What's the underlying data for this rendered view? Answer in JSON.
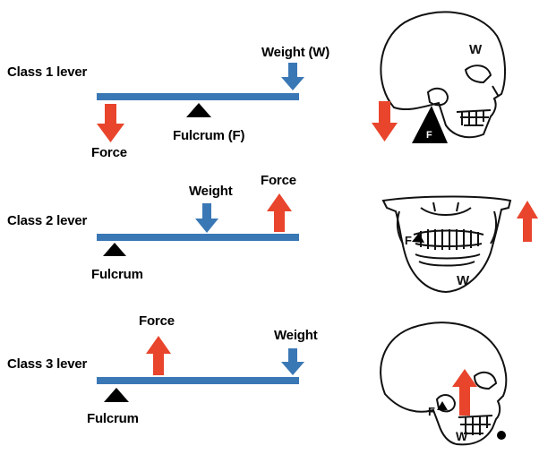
{
  "colors": {
    "lever_bar": "#3a78b5",
    "weight_arrow": "#3a78b5",
    "force_arrow": "#e8452c",
    "fulcrum": "#000000"
  },
  "levers": [
    {
      "class_label": "Class 1 lever",
      "weight_label": "Weight (W)",
      "force_label": "Force",
      "fulcrum_label": "Fulcrum (F)",
      "force_direction": "down",
      "illustration_letters": {
        "weight": "W",
        "fulcrum": "F"
      }
    },
    {
      "class_label": "Class 2 lever",
      "weight_label": "Weight",
      "force_label": "Force",
      "fulcrum_label": "Fulcrum",
      "force_direction": "up",
      "illustration_letters": {
        "weight": "W",
        "fulcrum": "F"
      }
    },
    {
      "class_label": "Class 3 lever",
      "weight_label": "Weight",
      "force_label": "Force",
      "fulcrum_label": "Fulcrum",
      "force_direction": "up",
      "illustration_letters": {
        "weight": "W",
        "fulcrum": "F"
      }
    }
  ]
}
